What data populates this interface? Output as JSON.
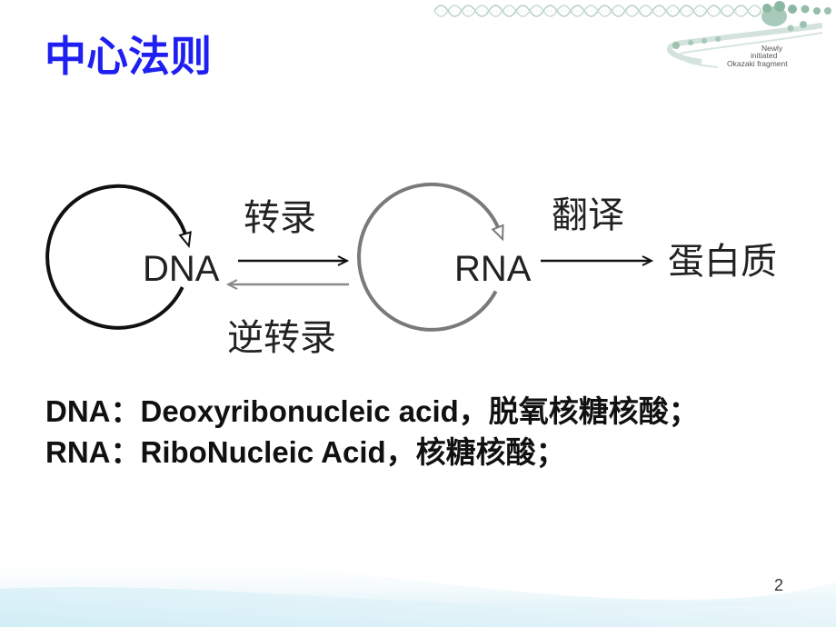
{
  "slide": {
    "title": "中心法则",
    "page_number": "2"
  },
  "decoration": {
    "caption_lines": [
      "Newly",
      "initiated",
      "Okazaki fragment"
    ]
  },
  "diagram": {
    "dna_label": "DNA",
    "rna_label": "RNA",
    "protein_label": "蛋白质",
    "transcription_label": "转录",
    "reverse_transcription_label": "逆转录",
    "translation_label": "翻译"
  },
  "definitions": [
    "DNA：Deoxyribonucleic acid，脱氧核糖核酸；",
    "RNA：RiboNucleic Acid，核糖核酸；"
  ],
  "colors": {
    "title": "#1f1ff2",
    "dna_circle": "#111111",
    "rna_circle": "#7a7a7a",
    "forward_arrow": "#111111",
    "reverse_arrow": "#8a8a8a"
  }
}
